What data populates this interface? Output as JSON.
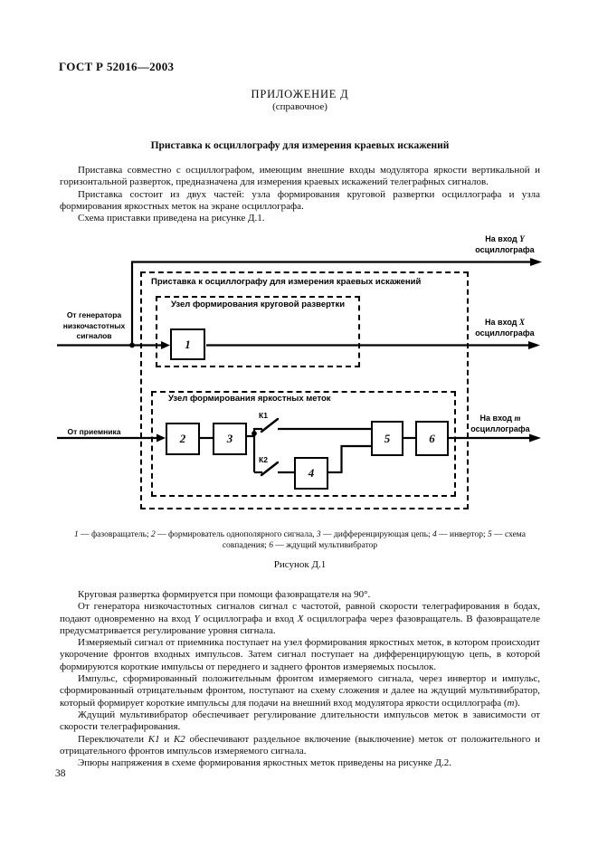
{
  "page": {
    "doc_number": "ГОСТ Р 52016—2003",
    "page_number": "38"
  },
  "appendix": {
    "label": "ПРИЛОЖЕНИЕ Д",
    "note": "(справочное)",
    "heading": "Приставка к осциллографу для измерения краевых искажений"
  },
  "intro_paragraphs": [
    [
      {
        "t": "Приставка совместно с осциллографом, имеющим внешние входы модулятора яркости вертикальной и горизонтальной разверток, предназначена для измерения краевых искажений телеграфных сигналов."
      }
    ],
    [
      {
        "t": "Приставка состоит из двух частей: узла формирования круговой развертки осциллографа и узла формирования яркостных меток на экране осциллографа."
      }
    ],
    [
      {
        "t": "Схема приставки приведена на рисунке Д.1."
      }
    ]
  ],
  "diagram": {
    "outer_title": "Приставка к осциллографу для измерения краевых искажений",
    "unit1_title": "Узел формирования круговой развертки",
    "unit2_title": "Узел формирования яркостных меток",
    "input_generator_line1": "От генератора",
    "input_generator_line2": "низкочастотных",
    "input_generator_line3": "сигналов",
    "input_receiver": "От приемника",
    "output_y": {
      "prefix": "На вход ",
      "var": "Y",
      "line2": "осциллографа"
    },
    "output_x": {
      "prefix": "На вход ",
      "var": "X",
      "line2": "осциллографа"
    },
    "output_m": {
      "prefix": "На вход ",
      "var": "m",
      "line2": "осциллографа"
    },
    "switch_k1": "К1",
    "switch_k2": "К2",
    "blocks": [
      "1",
      "2",
      "3",
      "4",
      "5",
      "6"
    ]
  },
  "figure": {
    "caption_items": [
      {
        "num": "1",
        "desc": " — фазовращатель; "
      },
      {
        "num": "2",
        "desc": " — формирователь однополярного сигнала, "
      },
      {
        "num": "3",
        "desc": " — дифференцирующая цепь; "
      },
      {
        "num": "4",
        "desc": " — инвертор; "
      },
      {
        "num": "5",
        "desc": " — схема совпадения; "
      },
      {
        "num": "6",
        "desc": " — ждущий мультивибратор"
      }
    ],
    "label": "Рисунок Д.1"
  },
  "body_paragraphs": [
    [
      {
        "t": "Круговая развертка формируется при помощи фазовращателя на 90°."
      }
    ],
    [
      {
        "t": "От генератора низкочастотных сигналов сигнал с частотой, равной скорости телеграфирования в бодах, подают одновременно на вход "
      },
      {
        "t": "Y",
        "i": true
      },
      {
        "t": " осциллографа и вход "
      },
      {
        "t": "X",
        "i": true
      },
      {
        "t": " осциллографа через фазовращатель. В фазовращателе предусматривается регулирование уровня сигнала."
      }
    ],
    [
      {
        "t": "Измеряемый сигнал от приемника поступает на узел формирования яркостных меток, в котором происходит укорочение фронтов входных импульсов. Затем сигнал поступает на дифференцирующую цепь, в которой формируются короткие импульсы от переднего и заднего фронтов измеряемых посылок."
      }
    ],
    [
      {
        "t": "Импульс, сформированный положительным фронтом измеряемого сигнала, через инвертор и импульс, сформированный отрицательным фронтом, поступают на схему сложения и далее на ждущий мультивибратор, который формирует короткие импульсы для подачи на внешний вход модулятора яркости осциллографа ("
      },
      {
        "t": "m",
        "i": true
      },
      {
        "t": ")."
      }
    ],
    [
      {
        "t": "Ждущий мультивибратор обеспечивает регулирование длительности импульсов меток в зависимости от скорости телеграфирования."
      }
    ],
    [
      {
        "t": "Переключатели "
      },
      {
        "t": "К1",
        "i": true
      },
      {
        "t": " и "
      },
      {
        "t": "К2",
        "i": true
      },
      {
        "t": " обеспечивают раздельное включение (выключение) меток от положительного и отрицательного фронтов импульсов измеряемого сигнала."
      }
    ],
    [
      {
        "t": "Эпюры напряжения в схеме формирования яркостных меток приведены на рисунке Д.2."
      }
    ]
  ]
}
